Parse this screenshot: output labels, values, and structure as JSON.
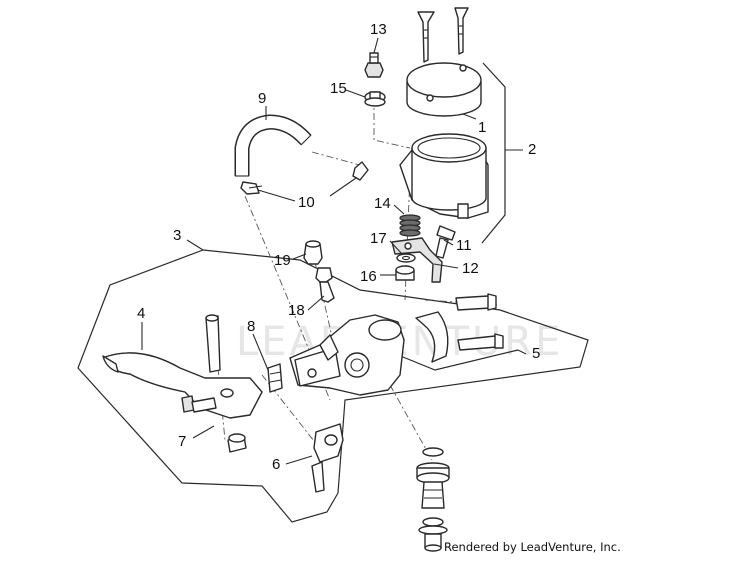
{
  "diagram": {
    "callouts": [
      "1",
      "2",
      "3",
      "4",
      "5",
      "6",
      "7",
      "8",
      "9",
      "10",
      "11",
      "12",
      "13",
      "14",
      "15",
      "16",
      "17",
      "18",
      "19"
    ],
    "watermark": "LEADVENTURE",
    "credit": "Rendered by LeadVenture, Inc."
  }
}
